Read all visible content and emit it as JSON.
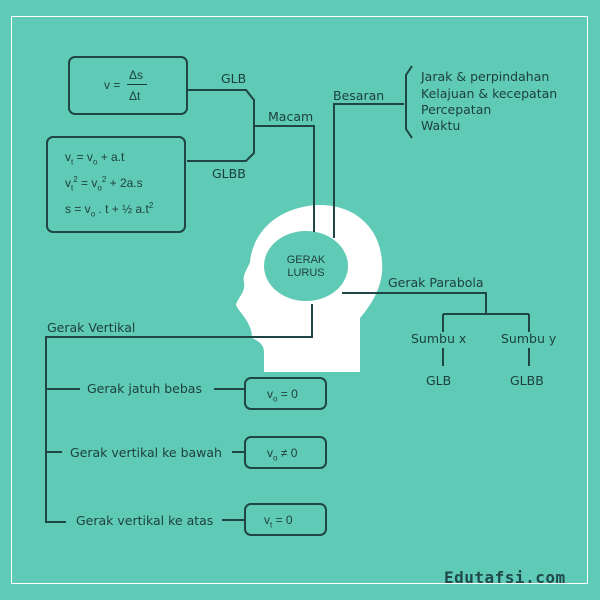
{
  "center": {
    "line1": "GERAK",
    "line2": "LURUS"
  },
  "branches": {
    "macam": "Macam",
    "besaran": "Besaran",
    "gerak_parabola": "Gerak Parabola",
    "gerak_vertikal": "Gerak Vertikal"
  },
  "macam": {
    "glb": "GLB",
    "glbb": "GLBB",
    "glb_formula": {
      "lhs": "v =",
      "num": "Δs",
      "den": "Δt"
    },
    "glbb_formulas": [
      {
        "prefix": "v",
        "sub": "t",
        "rest": " =  v",
        "sub2": "o",
        "tail": " + a.t"
      },
      {
        "prefix": "v",
        "sub": "t",
        "sup": "2",
        "rest": " =  v",
        "sub2": "o",
        "sup2": "2",
        "tail": "  + 2a.s"
      },
      {
        "text": "s = v",
        "sub": "o",
        "tail": " . t + ½ a.t",
        "sup": "2"
      }
    ]
  },
  "besaran": {
    "items": [
      "Jarak & perpindahan",
      "Kelajuan & kecepatan",
      "Percepatan",
      "Waktu"
    ]
  },
  "parabola": {
    "sumbu_x": "Sumbu x",
    "sumbu_y": "Sumbu y",
    "x_type": "GLB",
    "y_type": "GLBB"
  },
  "vertikal": {
    "items": [
      {
        "label": "Gerak jatuh bebas",
        "formula": {
          "v": "v",
          "sub": "o",
          "op": " = 0"
        }
      },
      {
        "label": "Gerak vertikal ke bawah",
        "formula": {
          "v": "v",
          "sub": "o",
          "op": " ≠ 0"
        }
      },
      {
        "label": "Gerak vertikal ke atas",
        "formula": {
          "v": "v",
          "sub": "t",
          "op": "  = 0"
        }
      }
    ]
  },
  "brand": "Edutafsi.com",
  "colors": {
    "background": "#5fcab5",
    "line": "#1f4545",
    "head": "#ffffff",
    "center": "#5fcab5"
  }
}
